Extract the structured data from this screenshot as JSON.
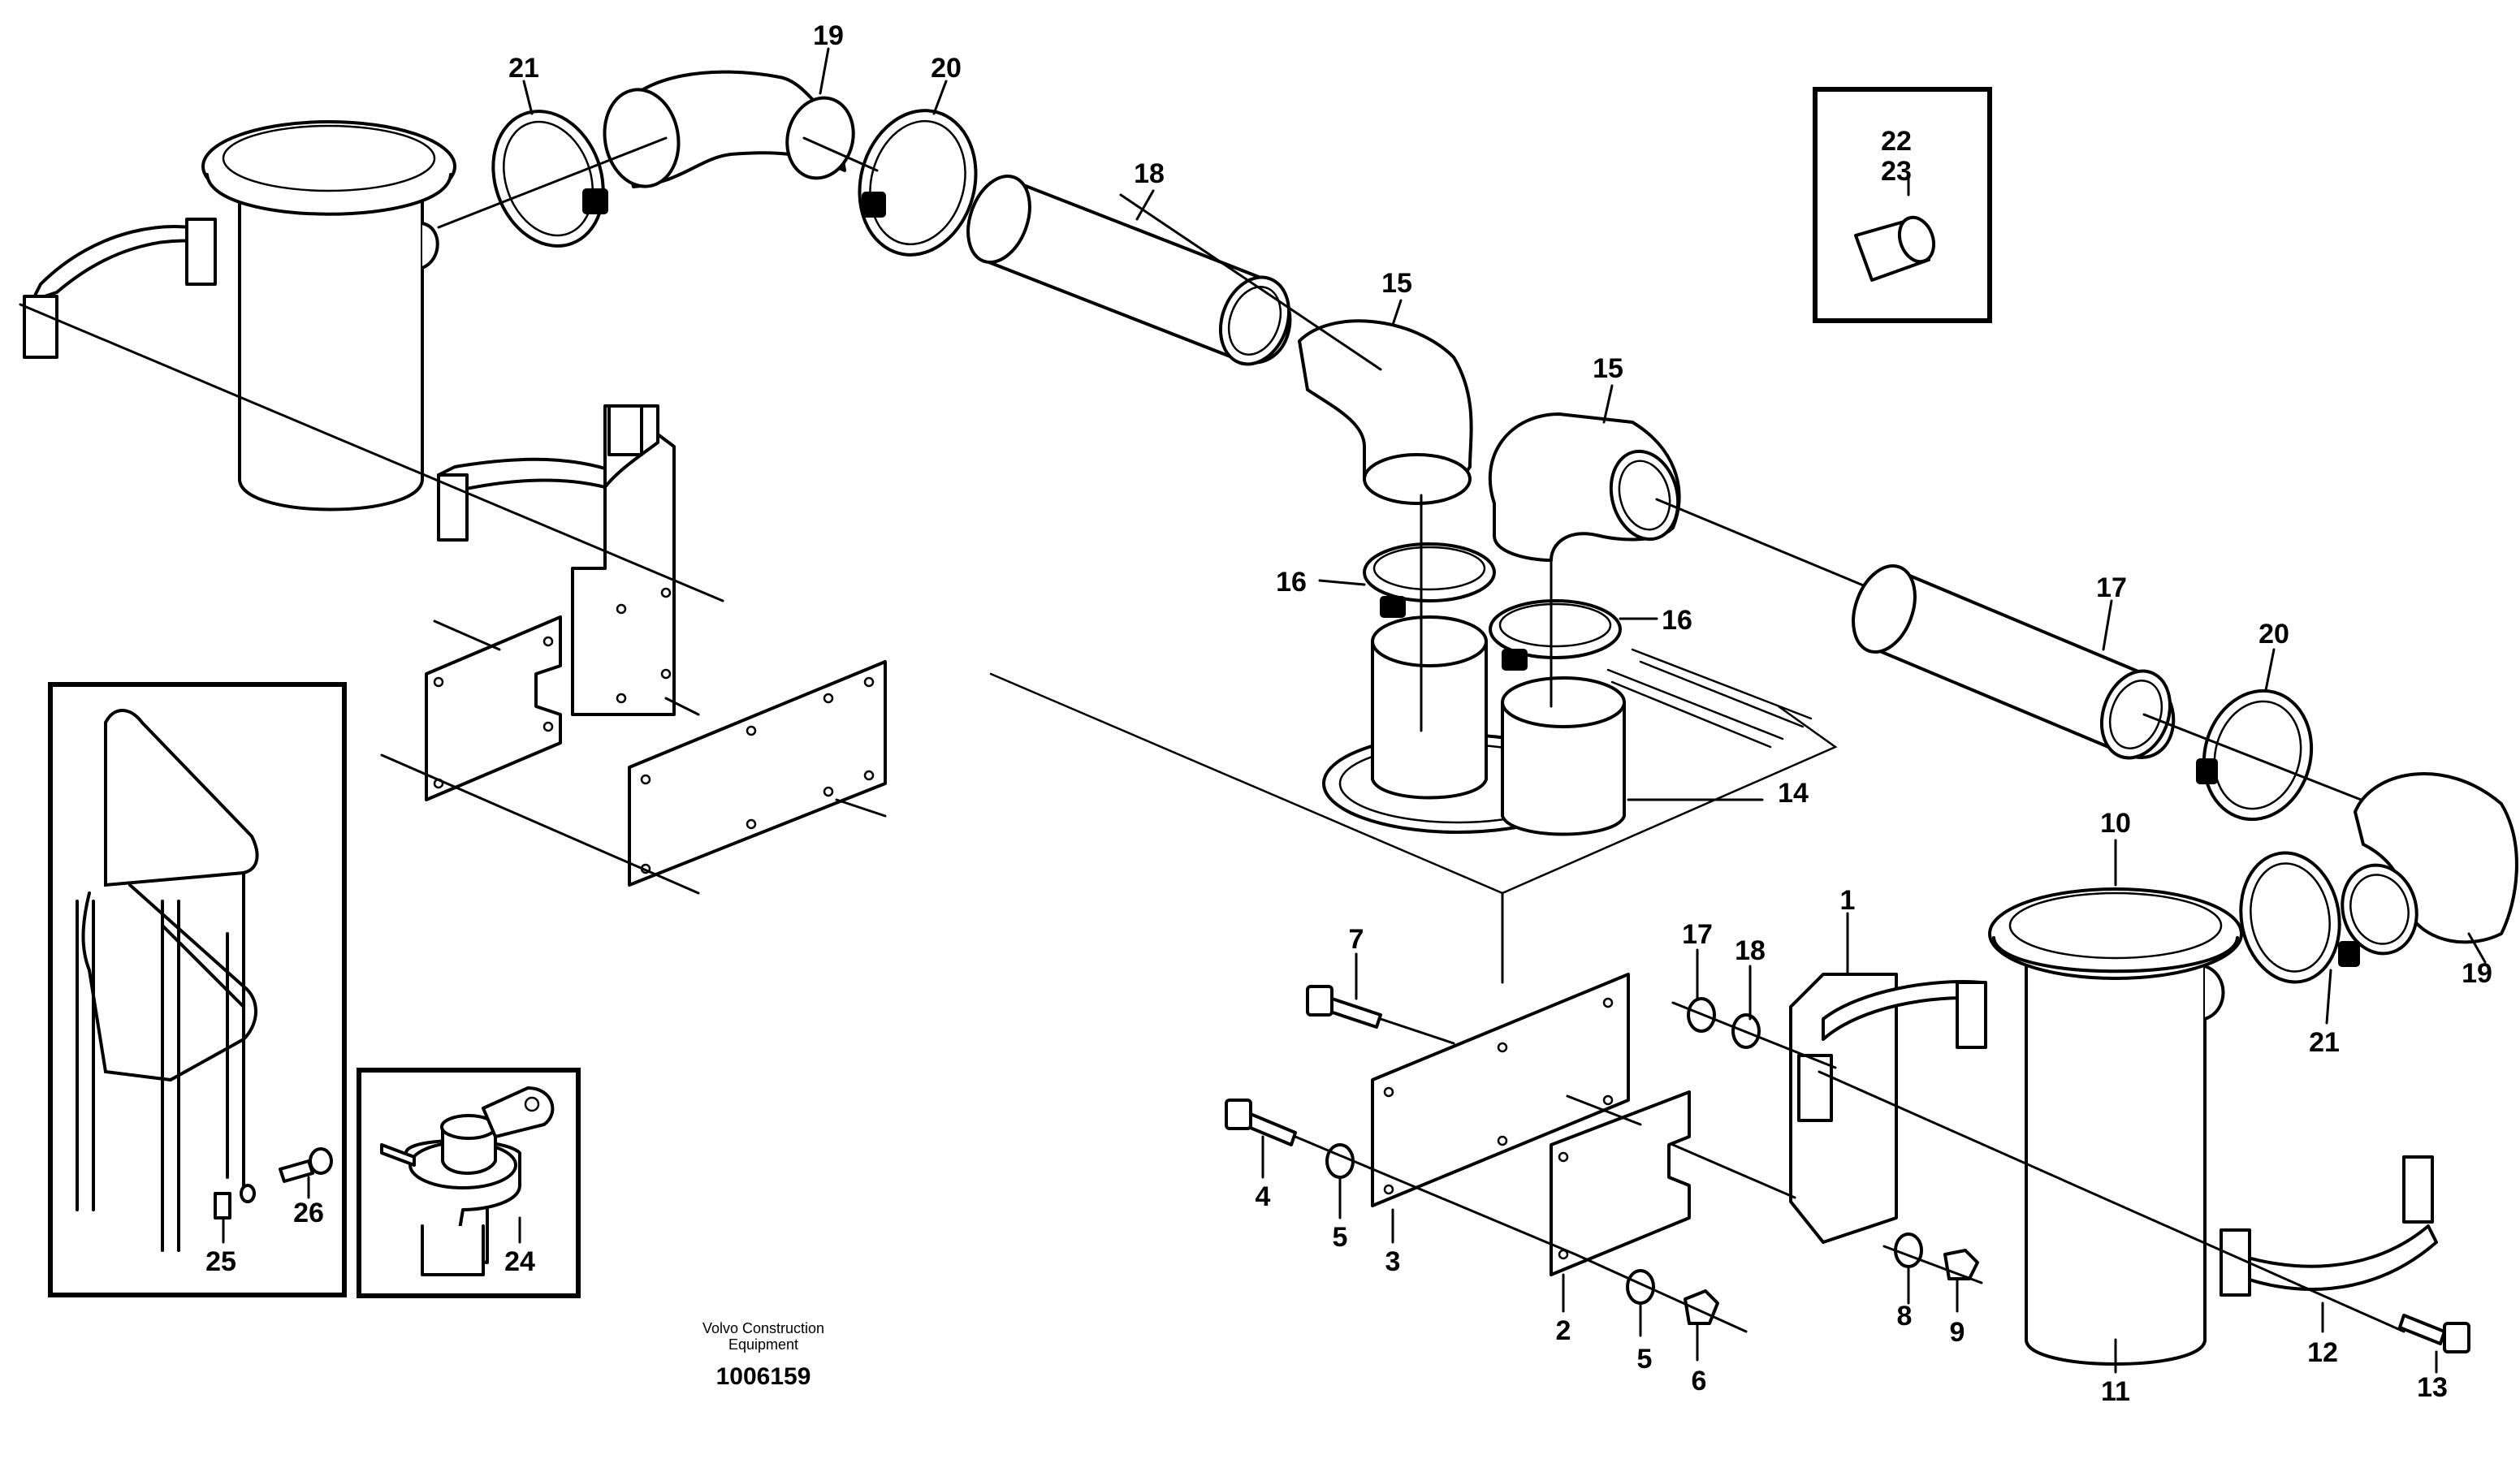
{
  "drawing": {
    "caption_line1": "Volvo Construction",
    "caption_line2": "Equipment",
    "drawing_number": "1006159"
  },
  "callouts": {
    "c1": "1",
    "c2": "2",
    "c3": "3",
    "c4": "4",
    "c5a": "5",
    "c5b": "5",
    "c6": "6",
    "c7": "7",
    "c8": "8",
    "c9": "9",
    "c10": "10",
    "c11": "11",
    "c12": "12",
    "c13": "13",
    "c14": "14",
    "c15a": "15",
    "c15b": "15",
    "c16a": "16",
    "c16b": "16",
    "c17a": "17",
    "c17b": "17",
    "c18a": "18",
    "c18b": "18",
    "c19a": "19",
    "c19b": "19",
    "c20a": "20",
    "c20b": "20",
    "c21a": "21",
    "c21b": "21",
    "c22": "22",
    "c23": "23",
    "c24": "24",
    "c25": "25",
    "c26": "26"
  }
}
